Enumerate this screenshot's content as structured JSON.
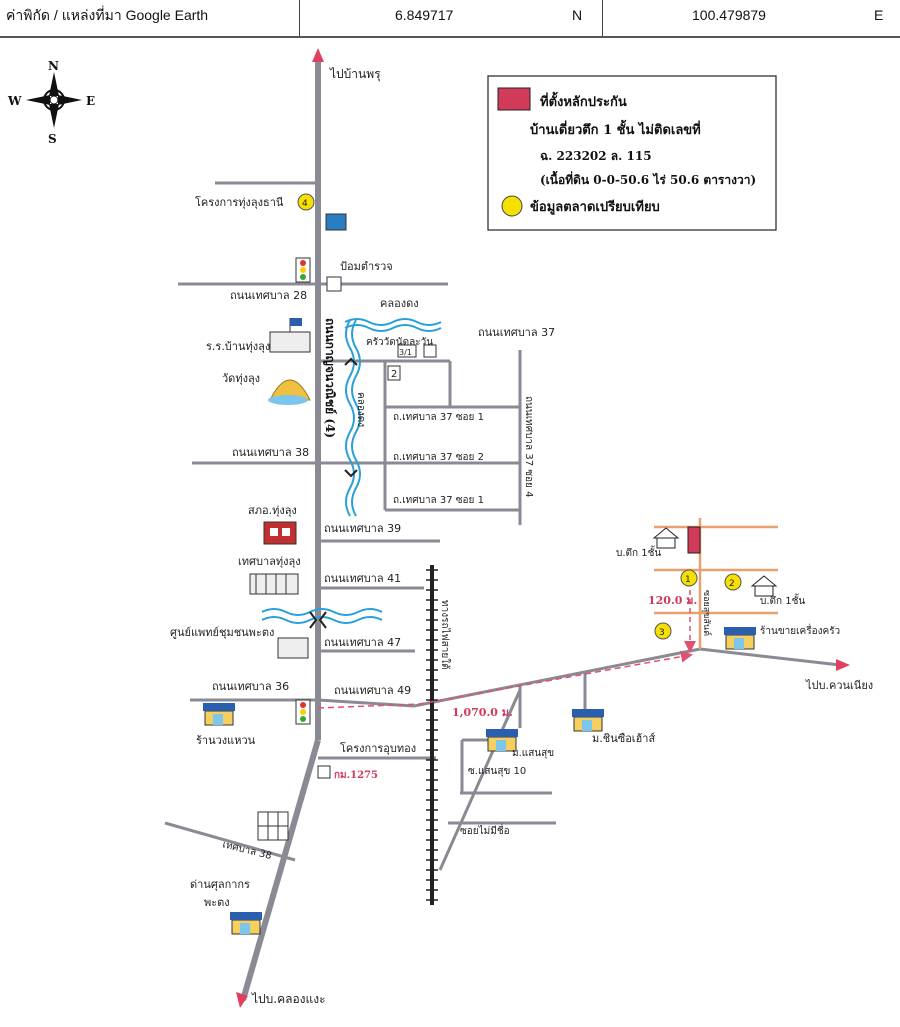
{
  "header": {
    "source_label": "ค่าพิกัด / แหล่งที่มา Google Earth",
    "lat_value": "6.849717",
    "lat_dir": "N",
    "lon_value": "100.479879",
    "lon_dir": "E"
  },
  "compass": {
    "n": "N",
    "s": "S",
    "e": "E",
    "w": "W"
  },
  "legend": {
    "line1": "ที่ตั้งหลักประกัน",
    "line2": "บ้านเดี่ยวตึก 1 ชั้น ไม่ติดเลขที่",
    "line3": "ฉ. 223202 ล. 115",
    "line4": "(เนื้อที่ดิน 0-0-50.6 ไร่ 50.6 ตารางวา)",
    "line5": "ข้อมูลตลาดเปรียบเทียบ",
    "collateral_color": "#d23a5a",
    "market_color": "#f5e000"
  },
  "labels": {
    "to_ban_phru": "ไปบ้านพรุ",
    "to_khlong_hae": "ไปบ.คลองแงะ",
    "to_khuan_niang": "ไปบ.ควนเนียง",
    "project_thung_lung_thani": "โครงการทุ่งลุงธานี",
    "police_box": "ป้อมตำรวจ",
    "road_tesaban_28": "ถนนเทศบาล 28",
    "khlong_dong": "คลองดง",
    "crescent": "ครัววัดนัดละวัน",
    "road_tesaban_37": "ถนนเทศบาล 37",
    "school": "ร.ร.บ้านทุ่งลุง",
    "wat": "วัดทุ่งลุง",
    "tesaban_37_soi_1": "ถ.เทศบาล 37 ซอย 1",
    "tesaban_37_soi_2": "ถ.เทศบาล 37 ซอย 2",
    "tesaban_37_soi_1b": "ถ.เทศบาล 37 ซอย 1",
    "tesaban_37_soi_4": "ถนนเทศบาล 37 ซอย 4",
    "road_tesaban_38": "ถนนเทศบาล 38",
    "kanchanavanit_4": "ถนนกาญจนวณิชย์ (4)",
    "khlong_dong_v": "คลองดง",
    "sakhoo": "สภอ.ทุ่งลุง",
    "road_tesaban_39": "ถนนเทศบาล 39",
    "municipality": "เทศบาลทุ่งลุง",
    "road_tesaban_41": "ถนนเทศบาล 41",
    "railway": "ทางรถไฟสายใต้",
    "health_center": "ศูนย์แพทย์ชุมชนพะตง",
    "road_tesaban_47": "ถนนเทศบาล 47",
    "road_tesaban_36": "ถนนเทศบาล 36",
    "road_tesaban_49": "ถนนเทศบาล 49",
    "shop_wongwaen": "ร้านวงแหวน",
    "project_ubon": "โครงการอุบทอง",
    "km_marker": "กม.1275",
    "dist_1070": "1,070.0 ม.",
    "m_saensuk": "ม.แสนสุข",
    "m_chinchuea": "ม.ชินซือเฮ้าส์",
    "soi_saensuk_10": "ซ.แสนสุข 10",
    "soi_maimue": "ซอยไม่มีชื่อ",
    "tesaban_38_b": "เทศบาล 38",
    "customs": "ด่านศุลกากร",
    "patong": "พะตง",
    "house_1_floor_a": "บ.ตึก 1ชั้น",
    "house_1_floor_b": "บ.ตึก 1ชั้น",
    "dist_120": "120.0 ม.",
    "soi_local": "ซอยสุขสันต์",
    "shop_kitchen": "ร้านขายเครื่องครัว",
    "road_num_2": "2",
    "road_num_31": "3/1"
  },
  "markers": {
    "m1": "1",
    "m2": "2",
    "m3": "3",
    "m4": "4"
  }
}
